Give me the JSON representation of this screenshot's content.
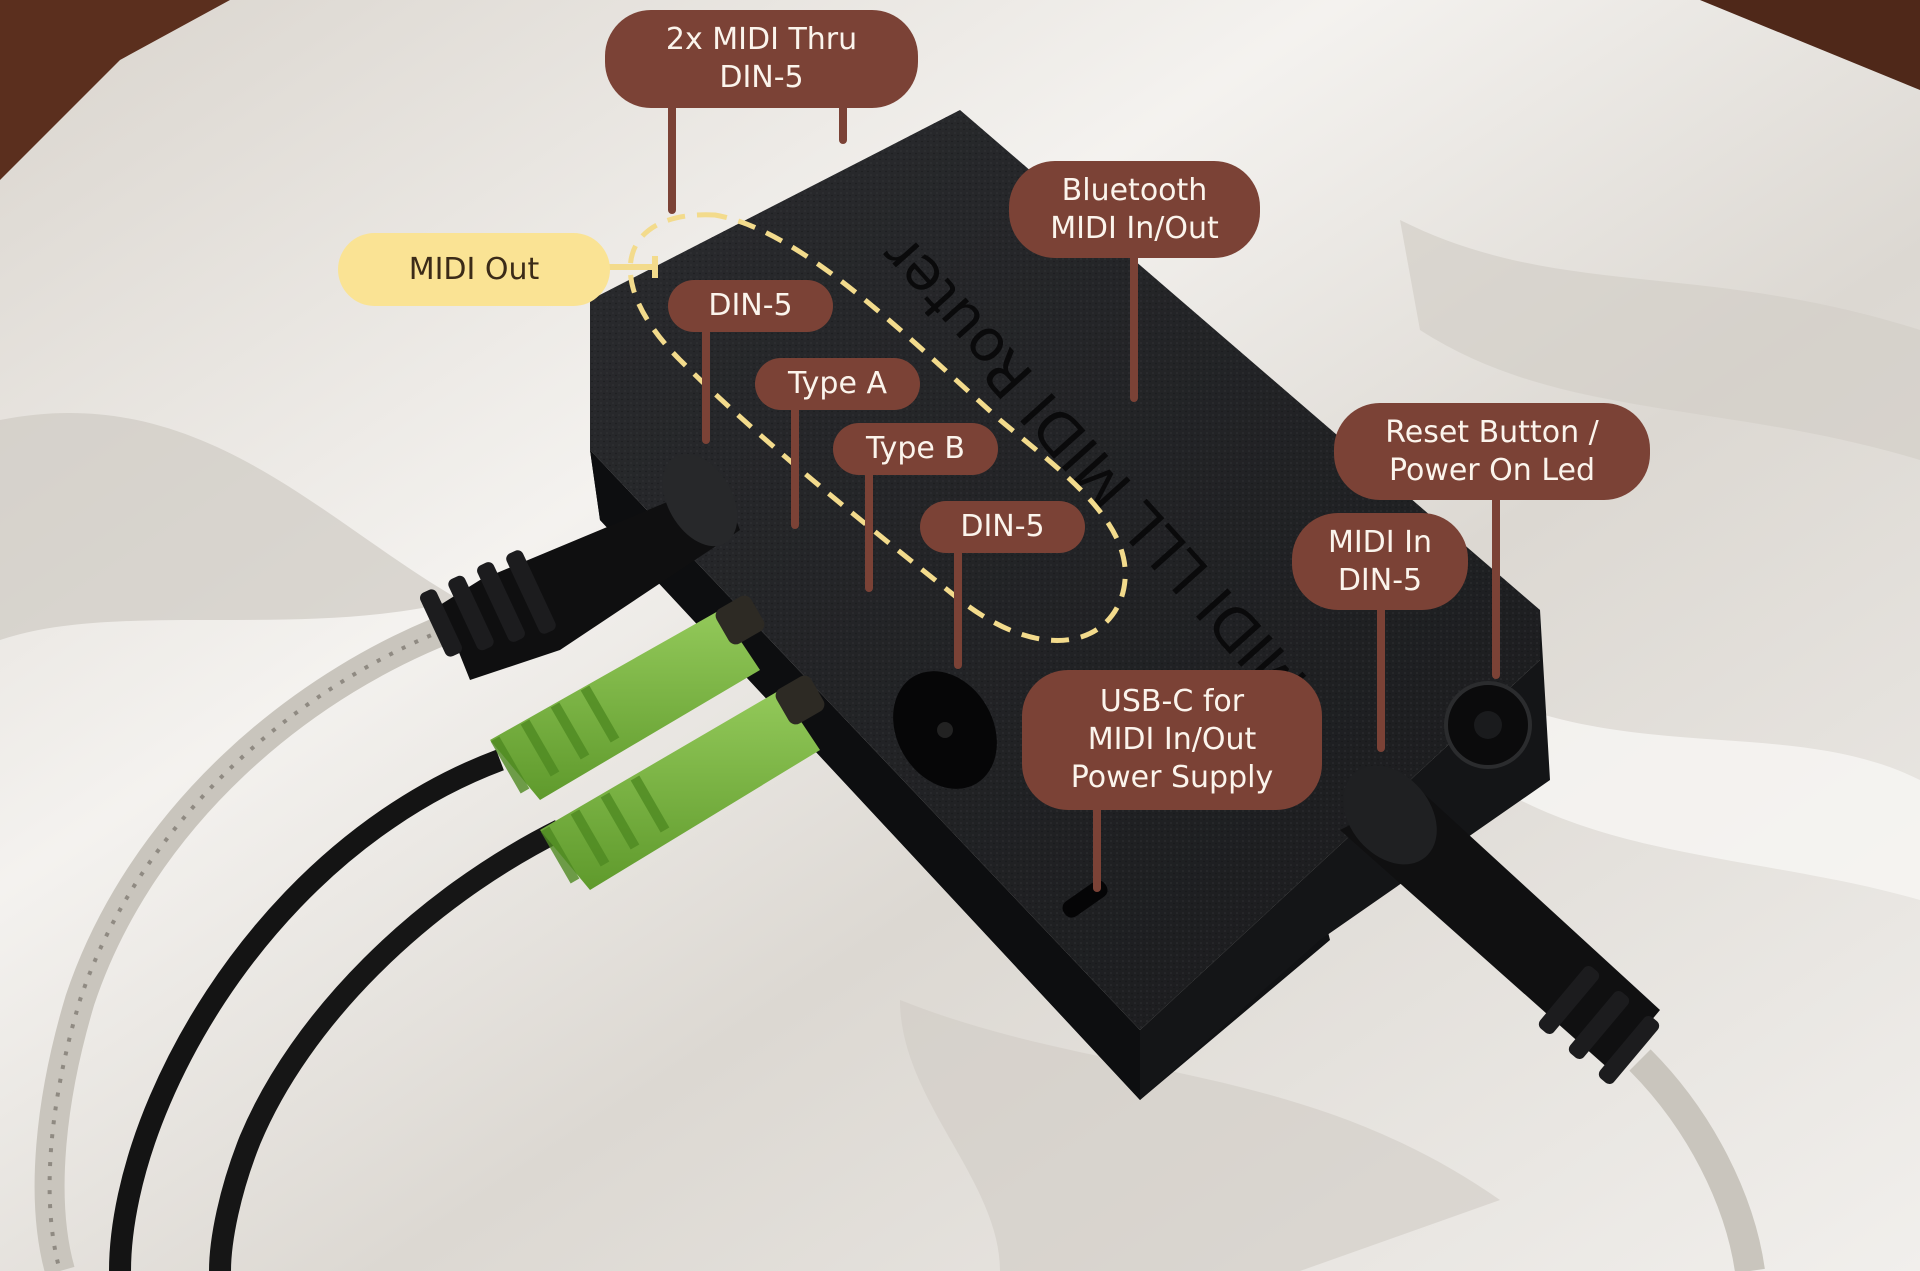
{
  "colors": {
    "callout_bg": "#7b4236",
    "callout_text": "#fbf4ec",
    "highlight_bg": "#fae394",
    "highlight_text": "#3b2b18",
    "dashed_outline": "#f3db8c",
    "device": "#1c1d1f",
    "cable_green": "#7fb842",
    "fabric": "#e9e6e1"
  },
  "device": {
    "engraving": "MIDI LLL MIDI Router"
  },
  "callouts": {
    "midi_thru": "2x MIDI Thru\nDIN-5",
    "midi_out": "MIDI Out",
    "din5_upper": "DIN-5",
    "type_a": "Type A",
    "type_b": "Type B",
    "din5_lower": "DIN-5",
    "bluetooth": "Bluetooth\nMIDI In/Out",
    "reset": "Reset Button /\nPower On Led",
    "midi_in": "MIDI In\nDIN-5",
    "usbc": "USB-C for\nMIDI In/Out\nPower Supply"
  }
}
